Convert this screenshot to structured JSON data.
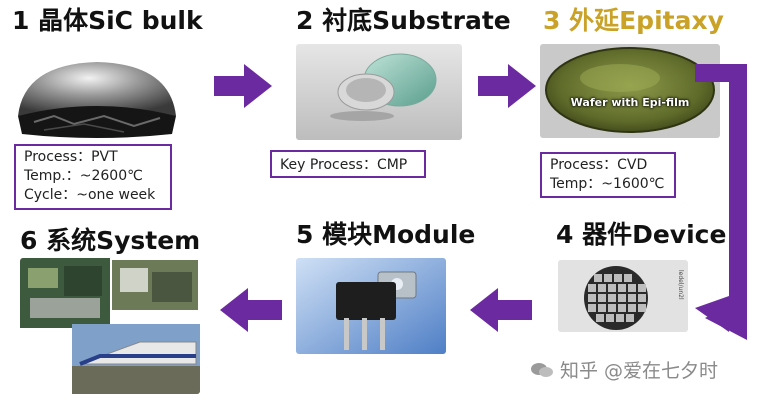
{
  "steps": [
    {
      "title": "1 晶体SiC bulk",
      "info": [
        "Process：PVT",
        "Temp.：~2600℃",
        "Cycle：~one week"
      ]
    },
    {
      "title": "2 衬底Substrate",
      "info": [
        "Key Process：CMP"
      ]
    },
    {
      "title": "3 外延Epitaxy",
      "caption": "Wafer with Epi-film",
      "info": [
        "Process：CVD",
        "Temp：~1600℃"
      ]
    },
    {
      "title": "4 器件Device",
      "side_text": "ledel/un2l"
    },
    {
      "title": "5 模块Module"
    },
    {
      "title": "6 系统System"
    }
  ],
  "watermark": "知乎 @爱在七夕时",
  "colors": {
    "accent": "#6b2aa0",
    "step3_title": "#c9a227"
  }
}
